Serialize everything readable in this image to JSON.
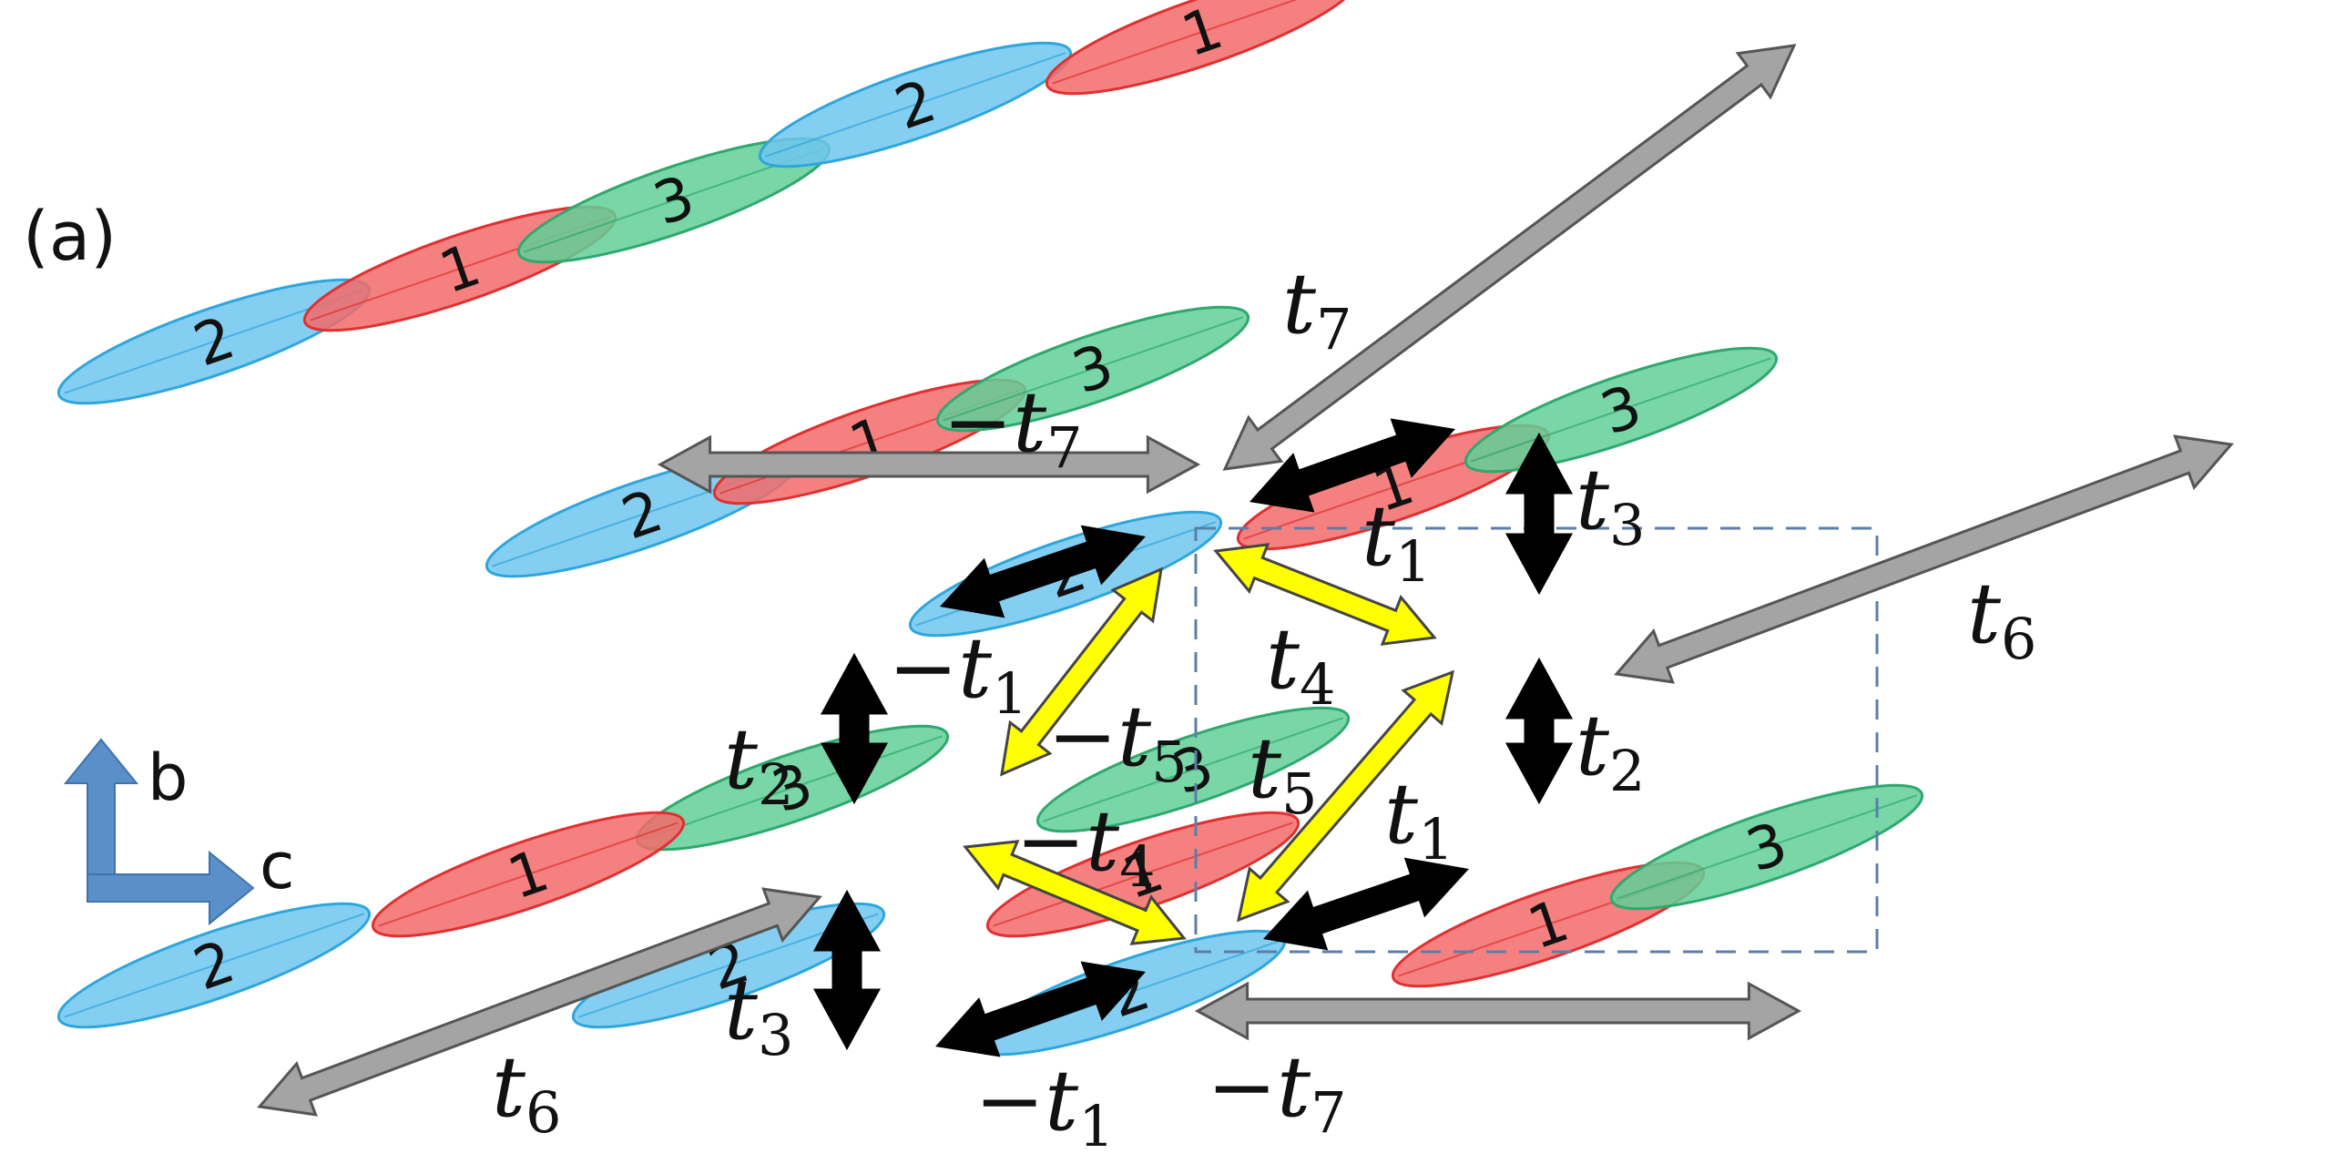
{
  "panel_label": "(a)",
  "axes": {
    "vertical": "b",
    "horizontal": "c",
    "color": "#5b8fc9"
  },
  "colors": {
    "molecule_1": "#f36a6a",
    "molecule_2": "#6ec6ee",
    "molecule_3": "#62cf98",
    "arrow_gray": "#a4a4a4",
    "arrow_black": "#000000",
    "arrow_yellow": "#ffff00",
    "unit_cell": "#5b7fa8"
  },
  "molecule_labels": {
    "m1": "1",
    "m2": "2",
    "m3": "3"
  },
  "hopping_labels": {
    "t1": {
      "sign": "",
      "base": "t",
      "sub": "1"
    },
    "neg_t1": {
      "sign": "−",
      "base": "t",
      "sub": "1"
    },
    "t2": {
      "sign": "",
      "base": "t",
      "sub": "2"
    },
    "t3": {
      "sign": "",
      "base": "t",
      "sub": "3"
    },
    "t4": {
      "sign": "",
      "base": "t",
      "sub": "4"
    },
    "neg_t4": {
      "sign": "−",
      "base": "t",
      "sub": "4"
    },
    "t5": {
      "sign": "",
      "base": "t",
      "sub": "5"
    },
    "neg_t5": {
      "sign": "−",
      "base": "t",
      "sub": "5"
    },
    "t6": {
      "sign": "",
      "base": "t",
      "sub": "6"
    },
    "t7": {
      "sign": "",
      "base": "t",
      "sub": "7"
    },
    "neg_t7": {
      "sign": "−",
      "base": "t",
      "sub": "7"
    }
  }
}
